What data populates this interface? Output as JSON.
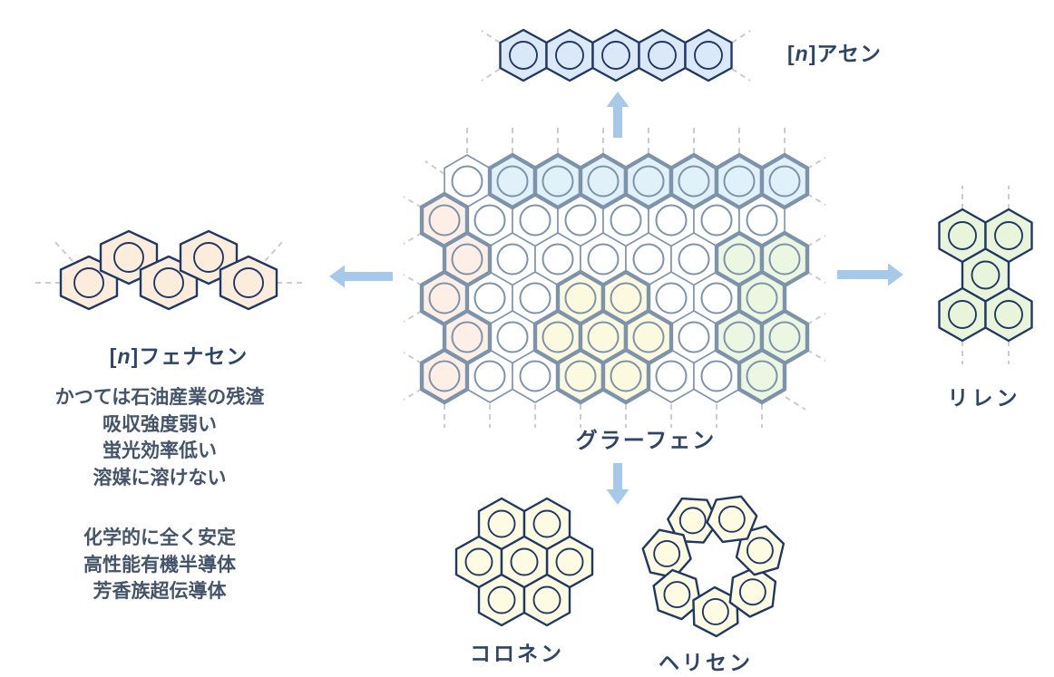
{
  "labels": {
    "acene": {
      "open": "[",
      "n": "n",
      "rest": "]アセン"
    },
    "phenacene": {
      "open": "[",
      "n": "n",
      "rest": "]フェナセン"
    },
    "rylene": "リレン",
    "graphene": "グラーフェン",
    "coronene": "コロネン",
    "helicene": "ヘリセン"
  },
  "notes": {
    "drawbacks": [
      "かつては石油産業の残渣",
      "吸収強度弱い",
      "蛍光効率低い",
      "溶媒に溶けない"
    ],
    "advantages": [
      "化学的に全く安定",
      "高性能有機半導体",
      "芳香族超伝導体"
    ]
  },
  "lattice": {
    "rows": 6,
    "cols": 8,
    "grid": [
      "PBBBBBBB",
      "OPPPPPPP",
      "OPPPPPGG",
      "OPPYYPPG",
      "OPYYYPGG",
      "OPPYYPPG"
    ],
    "legend": {
      "P": "plain-ring",
      "B": "acene-highlight",
      "O": "phenacene-highlight",
      "G": "rylene-highlight",
      "Y": "coronene-highlight"
    }
  },
  "molecules": {
    "acene": {
      "rings": 5,
      "fill": "#dbe8f7"
    },
    "phenacene": {
      "rings": 5,
      "fill": "#fcecdc"
    },
    "rylene": {
      "rings": 5,
      "fill": "#e9f5da"
    },
    "coronene": {
      "rings": 7,
      "fill": "#fdfbe2"
    },
    "helicene": {
      "rings": 7,
      "fill": "#fdfbe2"
    }
  },
  "connections": [
    {
      "from": "graphene",
      "to": "acene",
      "direction": "up"
    },
    {
      "from": "graphene",
      "to": "phenacene",
      "direction": "left"
    },
    {
      "from": "graphene",
      "to": "rylene",
      "direction": "right"
    },
    {
      "from": "graphene",
      "to": "coronene-helicene",
      "direction": "down"
    }
  ],
  "colors": {
    "navy": "#1f3864",
    "lattice_stroke": "#7d93ac",
    "cell_blue": "#e1f1f9",
    "cell_orange": "#fdefe6",
    "cell_green": "#ecf7e2",
    "cell_yellow": "#fbfade",
    "arrow": "#a6c9e9",
    "dash": "#cccccc",
    "label_text": "#2e4566",
    "note_text": "#44546a"
  }
}
